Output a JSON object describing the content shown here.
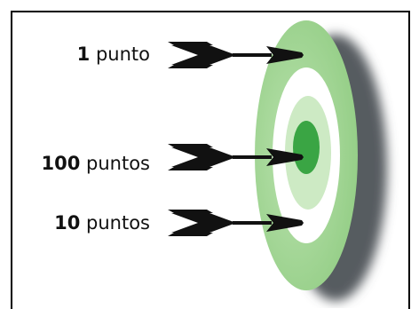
{
  "labels": [
    {
      "number": "1",
      "unit": "punto"
    },
    {
      "number": "100",
      "unit": "puntos"
    },
    {
      "number": "10",
      "unit": "puntos"
    }
  ],
  "colors": {
    "outer_ring": "#a6d89a",
    "white_ring": "#ffffff",
    "inner_ring": "#cdeac4",
    "bullseye": "#3aa544",
    "shadow": "#555a5f",
    "dart": "#111111"
  },
  "icons": {
    "target": "target-icon",
    "dart": "dart-icon"
  }
}
